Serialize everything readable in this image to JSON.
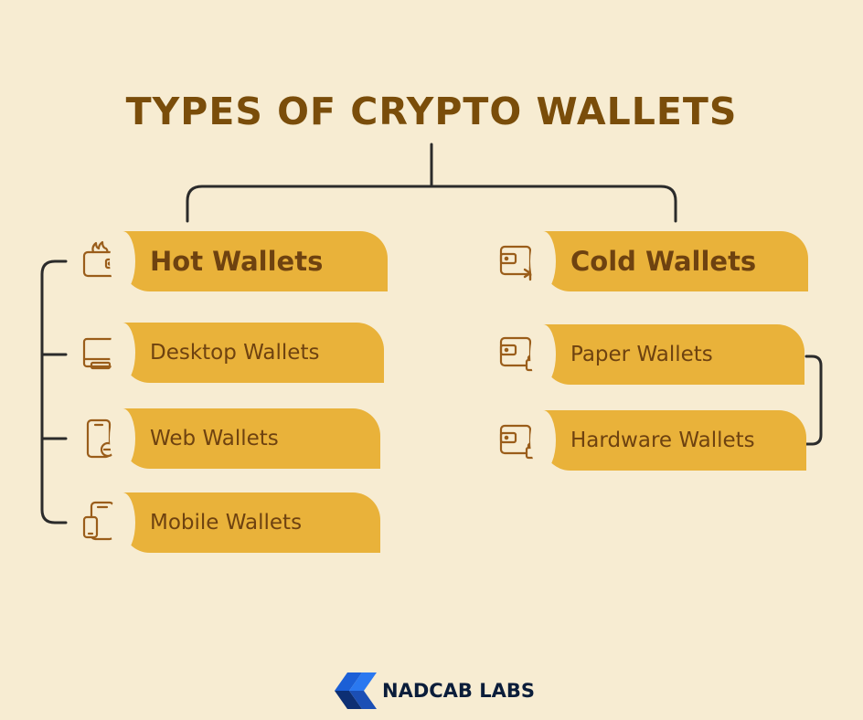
{
  "title": "TYPES OF CRYPTO WALLETS",
  "hot": {
    "label": "Hot Wallets",
    "icon": "wallet-fire-icon",
    "children": [
      {
        "label": "Desktop Wallets",
        "icon": "desktop-icon"
      },
      {
        "label": "Web Wallets",
        "icon": "phone-web-icon"
      },
      {
        "label": "Mobile Wallets",
        "icon": "mobile-devices-icon"
      }
    ]
  },
  "cold": {
    "label": "Cold Wallets",
    "icon": "wallet-snowflake-icon",
    "children": [
      {
        "label": "Paper Wallets",
        "icon": "wallet-lock-icon"
      },
      {
        "label": "Hardware Wallets",
        "icon": "wallet-lock-icon"
      }
    ]
  },
  "brand": {
    "name": "NADCAB LABS"
  },
  "colors": {
    "background": "#f7ecd2",
    "pill": "#e9b23a",
    "text": "#6e4210",
    "title": "#7a4d0a",
    "line": "#2b2b2b"
  }
}
